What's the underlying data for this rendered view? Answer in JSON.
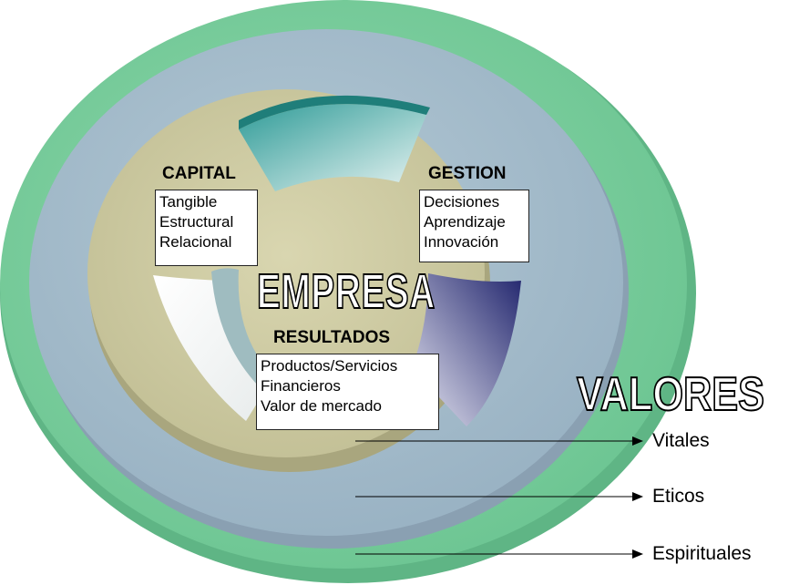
{
  "center_title": "EMPRESA",
  "outer_title": "VALORES",
  "blocks": {
    "capital": {
      "heading": "CAPITAL",
      "items": [
        "Tangible",
        "Estructural",
        "Relacional"
      ]
    },
    "gestion": {
      "heading": "GESTION",
      "items": [
        "Decisiones",
        "Aprendizaje",
        "Innovación"
      ]
    },
    "resultados": {
      "heading": "RESULTADOS",
      "items": [
        "Productos/Servicios",
        "Financieros",
        "Valor de mercado"
      ]
    }
  },
  "rings": [
    "Vitales",
    "Eticos",
    "Espirituales"
  ],
  "colors": {
    "outer_ring": "#7ccf9e",
    "middle_ring": "#a3bccd",
    "inner_disc": "#cdcaa1",
    "segment_top": "#3ea9a4",
    "segment_right": "#2a2e7c",
    "segment_left": "#ffffff"
  }
}
